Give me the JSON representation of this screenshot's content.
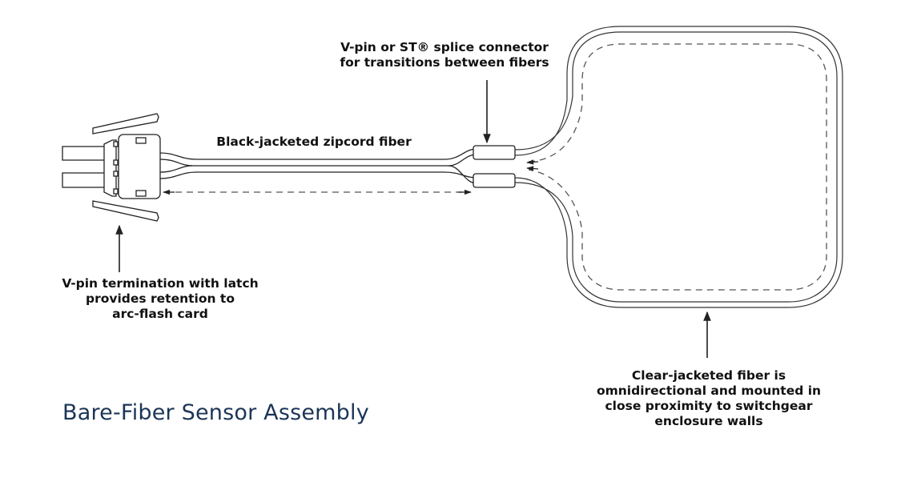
{
  "title": "Bare-Fiber Sensor Assembly",
  "callouts": {
    "splice_connector": "V-pin or ST® splice connector\nfor transitions between fibers",
    "zipcord": "Black-jacketed zipcord fiber",
    "vpin_termination": "V-pin termination with latch\nprovides retention to\narc-flash card",
    "clear_fiber": "Clear-jacketed fiber is\nomnidirectional and mounted in\nclose proximity to switchgear\nenclosure walls"
  },
  "colors": {
    "line": "#222222",
    "dash": "#555555",
    "title": "#1c3557"
  }
}
